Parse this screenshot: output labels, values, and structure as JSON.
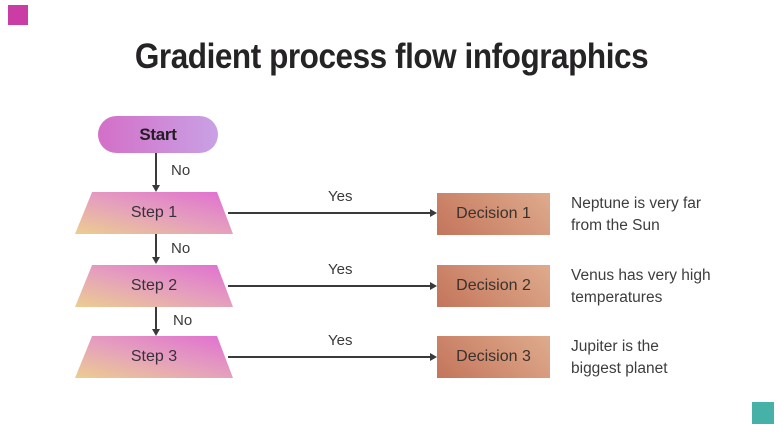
{
  "title": "Gradient process flow infographics",
  "flow": {
    "start_label": "Start",
    "rows": [
      {
        "no_label": "No",
        "step_label": "Step 1",
        "yes_label": "Yes",
        "decision_label": "Decision 1",
        "description_lines": [
          "Neptune is very far",
          "from the Sun"
        ]
      },
      {
        "no_label": "No",
        "step_label": "Step 2",
        "yes_label": "Yes",
        "decision_label": "Decision 2",
        "description_lines": [
          "Venus has very high",
          "temperatures"
        ]
      },
      {
        "no_label": "No",
        "step_label": "Step 3",
        "yes_label": "Yes",
        "decision_label": "Decision 3",
        "description_lines": [
          "Jupiter is the",
          "biggest planet"
        ]
      }
    ]
  },
  "colors": {
    "start_gradient": [
      "#d36fc7",
      "#c9a1e5"
    ],
    "step_gradient": [
      "#eccd90",
      "#e59fbd",
      "#e06fd2"
    ],
    "decision_gradient": [
      "#c3755b",
      "#dfab8d"
    ],
    "corner_top_left": "#c93da4",
    "corner_bottom_right": "#45b1a7",
    "connector": "#3a3a3a"
  }
}
